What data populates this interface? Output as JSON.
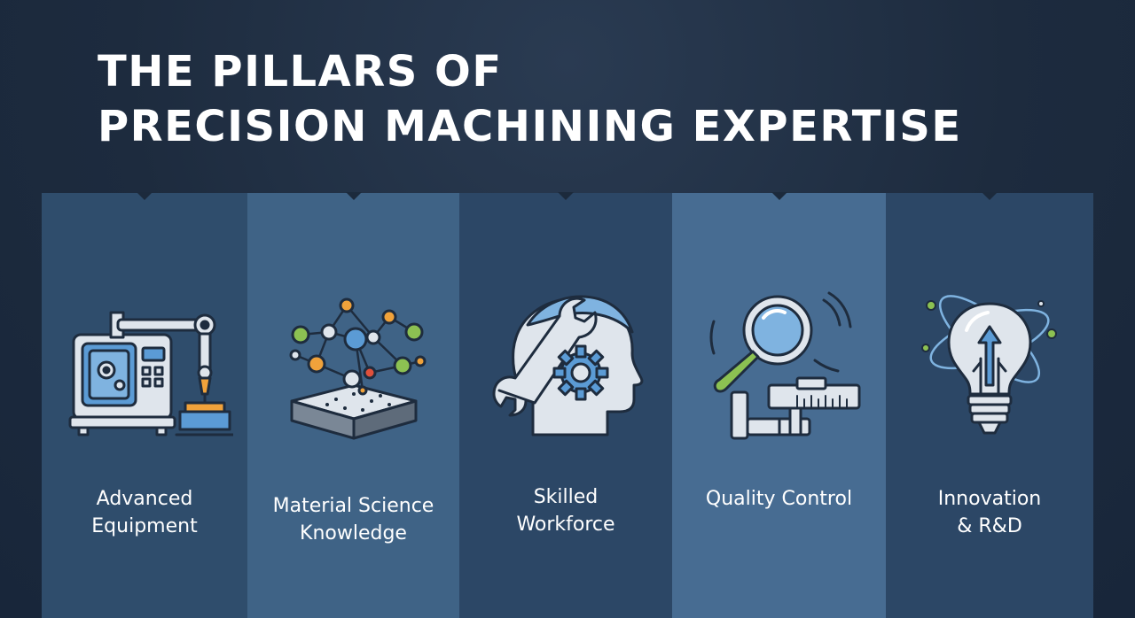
{
  "title": {
    "line1": "THE PILLARS OF",
    "line2": "PRECISION MACHINING EXPERTISE"
  },
  "pillars": [
    {
      "icon": "cnc-machine-robot-arm-icon",
      "label_line1": "Advanced",
      "label_line2": "Equipment"
    },
    {
      "icon": "molecule-structure-icon",
      "label_line1": "Material Science",
      "label_line2": "Knowledge"
    },
    {
      "icon": "head-wrench-gear-icon",
      "label_line1": "Skilled",
      "label_line2": "Workforce"
    },
    {
      "icon": "magnifier-caliper-icon",
      "label_line1": "Quality Control",
      "label_line2": ""
    },
    {
      "icon": "lightbulb-atom-icon",
      "label_line1": "Innovation",
      "label_line2": "& R&D"
    }
  ],
  "colors": {
    "background": "#1d2b3e",
    "pillar_dark": "#2c4766",
    "pillar_light": "#476c92",
    "icon_fill": "#dfe5ec",
    "icon_stroke": "#1e2c3e",
    "accent_blue": "#5b9bd5",
    "accent_green": "#8cc152",
    "accent_orange": "#f0a23b",
    "accent_red": "#e0503b"
  }
}
